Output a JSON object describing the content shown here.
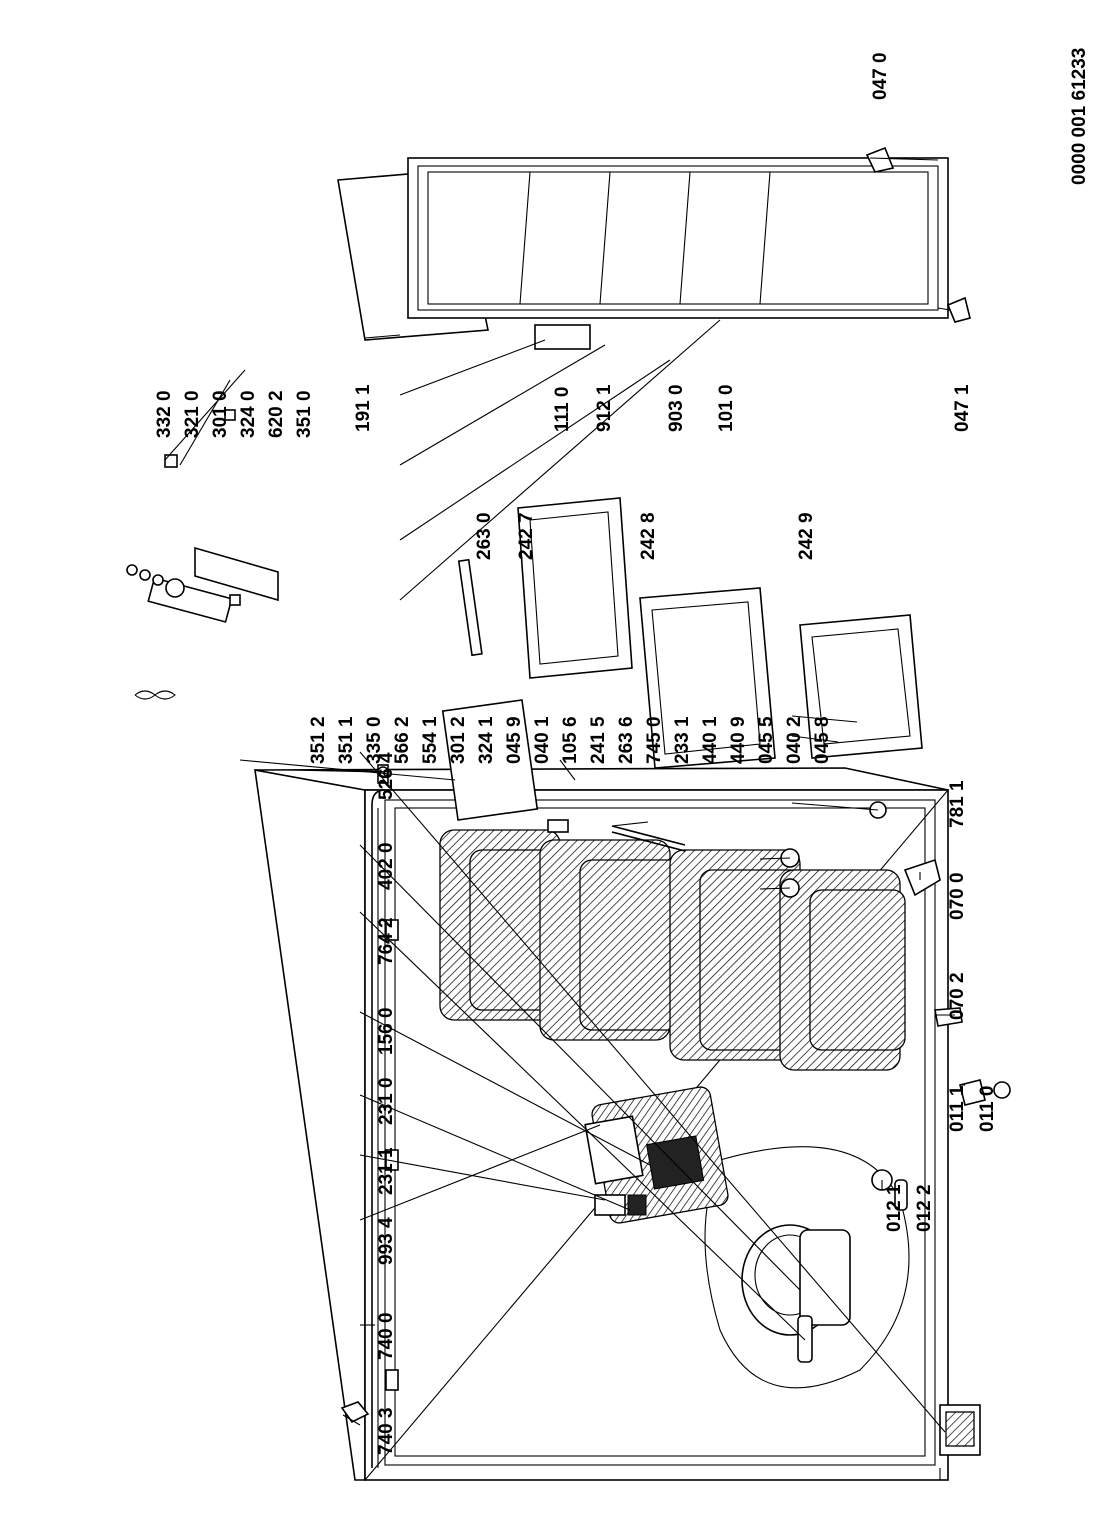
{
  "drawing_number": "0000 001 61233",
  "labels": [
    "740 3",
    "740 0",
    "993 4",
    "231 1",
    "231 0",
    "156 0",
    "764 2",
    "402 0",
    "526 4",
    "012 1",
    "012 2",
    "011 1",
    "011 0",
    "070 2",
    "070 0",
    "781 1",
    "045 8",
    "040 2",
    "045 5",
    "440 9",
    "440 1",
    "233 1",
    "745 0",
    "263 6",
    "241 5",
    "105 6",
    "040 1",
    "045 9",
    "324 1",
    "301 2",
    "554 1",
    "566 2",
    "335 0",
    "351 1",
    "351 2",
    "351 0",
    "620 2",
    "324 0",
    "301 0",
    "321 0",
    "332 0",
    "263 0",
    "242 7",
    "242 8",
    "242 9",
    "191 1",
    "111 0",
    "912 1",
    "903 0",
    "101 0",
    "047 1",
    "047 0"
  ]
}
